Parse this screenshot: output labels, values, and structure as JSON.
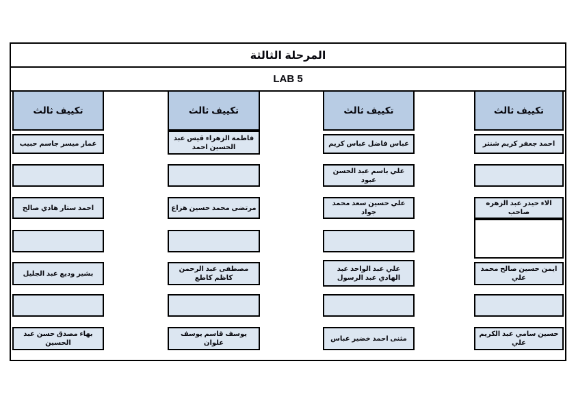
{
  "title": "المرحلة الثالثة",
  "subtitle": "LAB 5",
  "colors": {
    "header_fill": "#b8cce4",
    "cell_fill": "#dce6f1",
    "empty_white_fill": "#ffffff",
    "border": "#000000",
    "page_bg": "#ffffff",
    "text": "#0a0a10"
  },
  "columns": [
    {
      "header": "تكييف ثالث",
      "cells": [
        {
          "row": "r1",
          "text": "عمار ميسر جاسم حبيب"
        },
        {
          "row": "r2",
          "text": ""
        },
        {
          "row": "r3",
          "text": "احمد ستار هادي صالح"
        },
        {
          "row": "r4",
          "text": ""
        },
        {
          "row": "r5",
          "text": "بشير وديع عبد الجليل"
        },
        {
          "row": "r6",
          "text": ""
        },
        {
          "row": "r7",
          "text": "بهاء مصدق حسن عبد الحسين"
        }
      ]
    },
    {
      "header": "تكييف ثالث",
      "cells": [
        {
          "row": "r1t",
          "text": "فاطمة الزهراء قيس عبد الحسين احمد"
        },
        {
          "row": "r2",
          "text": ""
        },
        {
          "row": "r3",
          "text": "مرتضى محمد حسين هزاع"
        },
        {
          "row": "r4",
          "text": ""
        },
        {
          "row": "r5",
          "text": "مصطفى عبد الرحمن كاظم كاطع"
        },
        {
          "row": "r6",
          "text": ""
        },
        {
          "row": "r7",
          "text": "يوسف قاسم يوسف علوان"
        }
      ]
    },
    {
      "header": "تكييف ثالث",
      "cells": [
        {
          "row": "r1",
          "text": "عباس فاضل عباس كريم"
        },
        {
          "row": "r2",
          "text": "علي باسم عبد الحسن عبود"
        },
        {
          "row": "r3",
          "text": "علي حسين سعد محمد جواد"
        },
        {
          "row": "r4",
          "text": ""
        },
        {
          "row": "r5t",
          "text": "علي عبد الواحد عبد الهادي عبد الرسول"
        },
        {
          "row": "r6",
          "text": ""
        },
        {
          "row": "r7",
          "text": "مثنى احمد خضير عباس"
        }
      ]
    },
    {
      "header": "تكييف ثالث",
      "cells": [
        {
          "row": "r1",
          "text": "احمد جعفر كريم شنتر"
        },
        {
          "row": "r2",
          "text": ""
        },
        {
          "row": "r3",
          "text": "الاء حيدر عبد الزهره صاحب"
        },
        {
          "row": "r4w",
          "text": "",
          "white": true
        },
        {
          "row": "r5",
          "text": "ايمن حسين صالح محمد علي"
        },
        {
          "row": "r6",
          "text": ""
        },
        {
          "row": "r7",
          "text": "حسين سامي عبد الكريم علي"
        }
      ]
    }
  ]
}
